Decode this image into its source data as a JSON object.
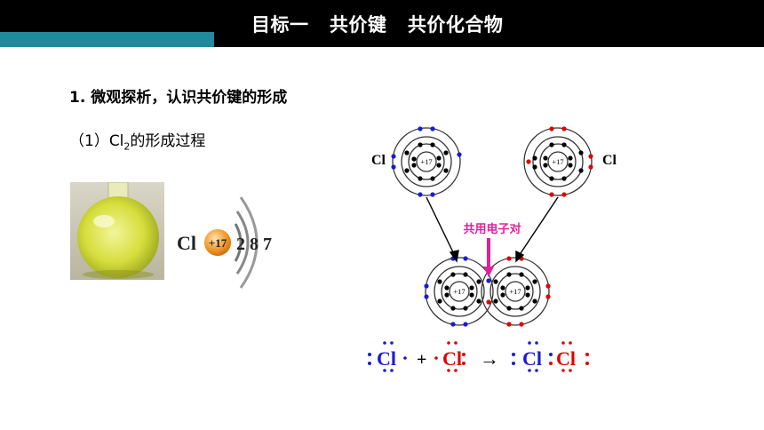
{
  "header": {
    "title": "目标一   共价键   共价化合物"
  },
  "content": {
    "heading": "1. 微观探析，认识共价键的形成",
    "sub": {
      "prefix": "（1）Cl",
      "subscript": "2",
      "suffix": "的形成过程"
    }
  },
  "atom_structure": {
    "symbol": "Cl",
    "nucleus": "+17",
    "shells": [
      "2",
      "8",
      "7"
    ]
  },
  "bond_diagram": {
    "left_symbol": "Cl",
    "right_symbol": "Cl",
    "nucleus": "+17",
    "shared_pair_label": "共用电子对"
  },
  "equation": {
    "symbol": "Cl",
    "plus": "+",
    "arrow": "→"
  },
  "colors": {
    "title_bar": "#000000",
    "accent": "#1e8a9c",
    "electron_left": "#1a1ad6",
    "electron_right": "#e00000",
    "shared_label": "#e0219a"
  }
}
